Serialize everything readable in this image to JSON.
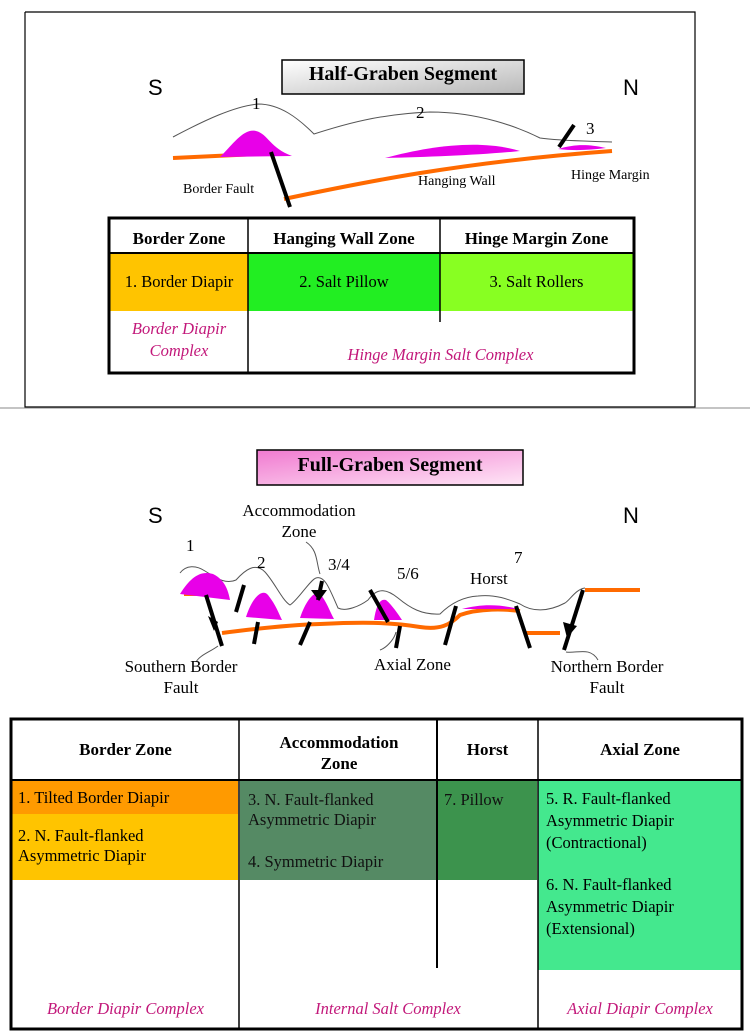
{
  "top_panel": {
    "title": "Half-Graben Segment",
    "direction_left": "S",
    "direction_right": "N",
    "markers": [
      "1",
      "2",
      "3"
    ],
    "labels": {
      "border_fault": "Border Fault",
      "hanging_wall": "Hanging Wall",
      "hinge_margin": "Hinge Margin"
    },
    "table": {
      "headers": [
        "Border Zone",
        "Hanging Wall Zone",
        "Hinge Margin Zone"
      ],
      "items": [
        "1. Border Diapir",
        "2. Salt Pillow",
        "3. Salt Rollers"
      ],
      "complexes": [
        "Border Diapir Complex",
        "Hinge Margin Salt Complex"
      ]
    }
  },
  "bottom_panel": {
    "title": "Full-Graben Segment",
    "direction_left": "S",
    "direction_right": "N",
    "markers": [
      "1",
      "2",
      "3/4",
      "5/6",
      "7"
    ],
    "labels": {
      "accommodation_zone": "Accommodation Zone",
      "horst": "Horst",
      "southern_border_fault": "Southern Border Fault",
      "axial_zone": "Axial Zone",
      "northern_border_fault": "Northern Border Fault"
    },
    "table": {
      "headers": [
        "Border Zone",
        "Accommodation Zone",
        "Horst",
        "Axial Zone"
      ],
      "border_items": [
        "1. Tilted Border Diapir",
        "2. N. Fault-flanked Asymmetric Diapir"
      ],
      "accommodation_items": [
        "3. N. Fault-flanked Asymmetric Diapir",
        "4. Symmetric Diapir"
      ],
      "horst_items": [
        "7. Pillow"
      ],
      "axial_items": [
        "5. R. Fault-flanked Asymmetric Diapir (Contractional)",
        "6. N. Fault-flanked Asymmetric Diapir (Extensional)"
      ],
      "complexes": [
        "Border Diapir Complex",
        "Internal Salt Complex",
        "Axial Diapir Complex"
      ]
    }
  },
  "colors": {
    "salt": "#e800e8",
    "horizon": "#ff6a00",
    "border_orange": "#ffa000",
    "border_yellow": "#ffc400",
    "pillow_green": "#22ee22",
    "roller_green": "#88ff22",
    "complex_text": "#c2187a",
    "accom_green": "#3e7a4e",
    "horst_green": "#2b8a3e",
    "axial_green": "#44e88e"
  }
}
